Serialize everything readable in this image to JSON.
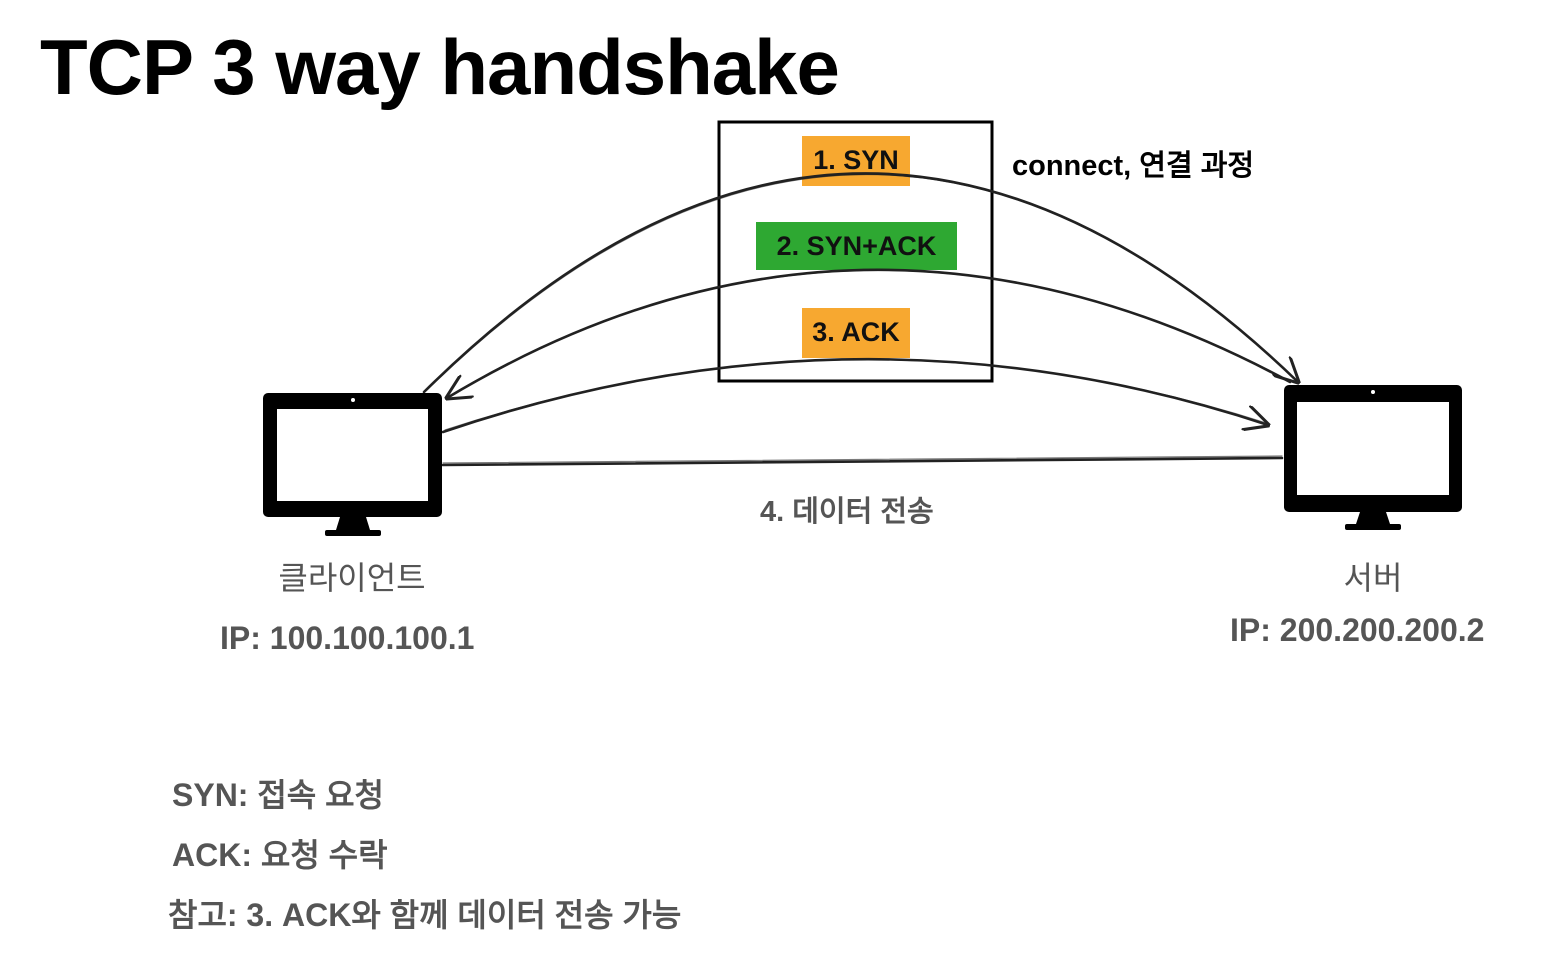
{
  "title": "TCP 3 way handshake",
  "steps": {
    "syn": "1. SYN",
    "syn_ack": "2. SYN+ACK",
    "ack": "3. ACK",
    "data_transfer": "4. 데이터 전송"
  },
  "connect_label": "connect, 연결 과정",
  "client": {
    "label": "클라이언트",
    "ip": "IP: 100.100.100.1"
  },
  "server": {
    "label": "서버",
    "ip": "IP: 200.200.200.2"
  },
  "notes": {
    "syn": "SYN: 접속 요청",
    "ack": "ACK: 요청 수락",
    "reference": "참고: 3. ACK와 함께 데이터 전송 가능"
  },
  "colors": {
    "syn_tag": "#f7a830",
    "synack_tag": "#2ea832",
    "ack_tag": "#f7a830",
    "arrow": "#222222",
    "monitor": "#000000"
  },
  "icons": {
    "client": "desktop-monitor-icon",
    "server": "desktop-monitor-icon"
  }
}
